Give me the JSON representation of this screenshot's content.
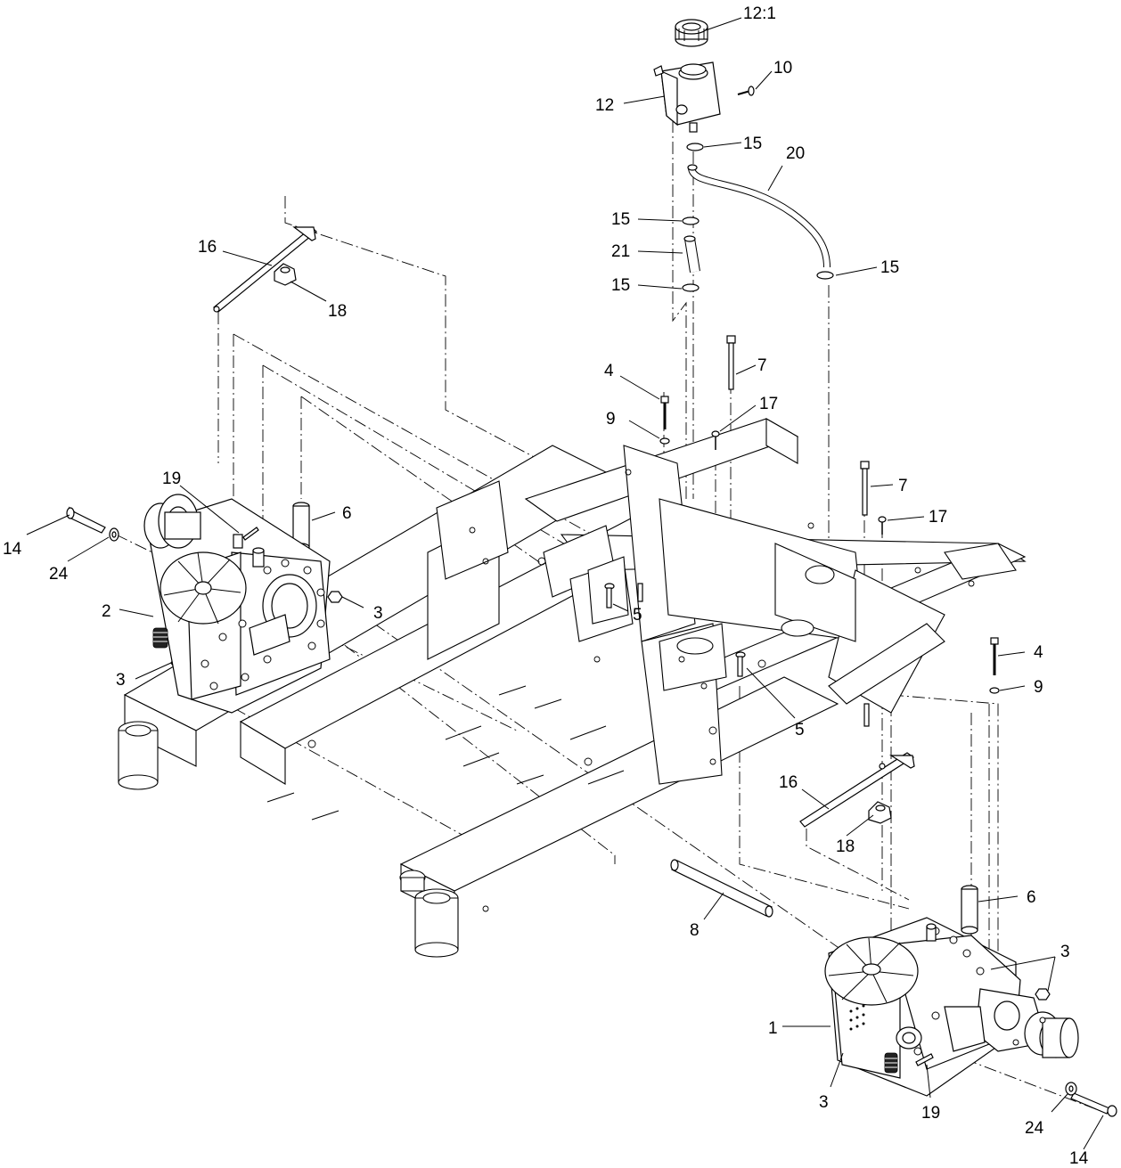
{
  "callouts": {
    "c12_1": "12:1",
    "c10": "10",
    "c12": "12",
    "c15_a": "15",
    "c20": "20",
    "c15_b": "15",
    "c21": "21",
    "c15_c": "15",
    "c15_d": "15",
    "c16_left": "16",
    "c18_left": "18",
    "c4_top": "4",
    "c7_top": "7",
    "c9_top": "9",
    "c17_top": "17",
    "c19_left": "19",
    "c6_left": "6",
    "c7_right": "7",
    "c17_right": "17",
    "c14_left": "14",
    "c24_left": "24",
    "c3_left_a": "3",
    "c2": "2",
    "c5_a": "5",
    "c4_right": "4",
    "c9_right": "9",
    "c3_left_b": "3",
    "c5_b": "5",
    "c16_right": "16",
    "c18_right": "18",
    "c6_right": "6",
    "c8": "8",
    "c3_right_a": "3",
    "c1": "1",
    "c3_right_b": "3",
    "c19_right": "19",
    "c24_right": "24",
    "c14_right": "14"
  }
}
